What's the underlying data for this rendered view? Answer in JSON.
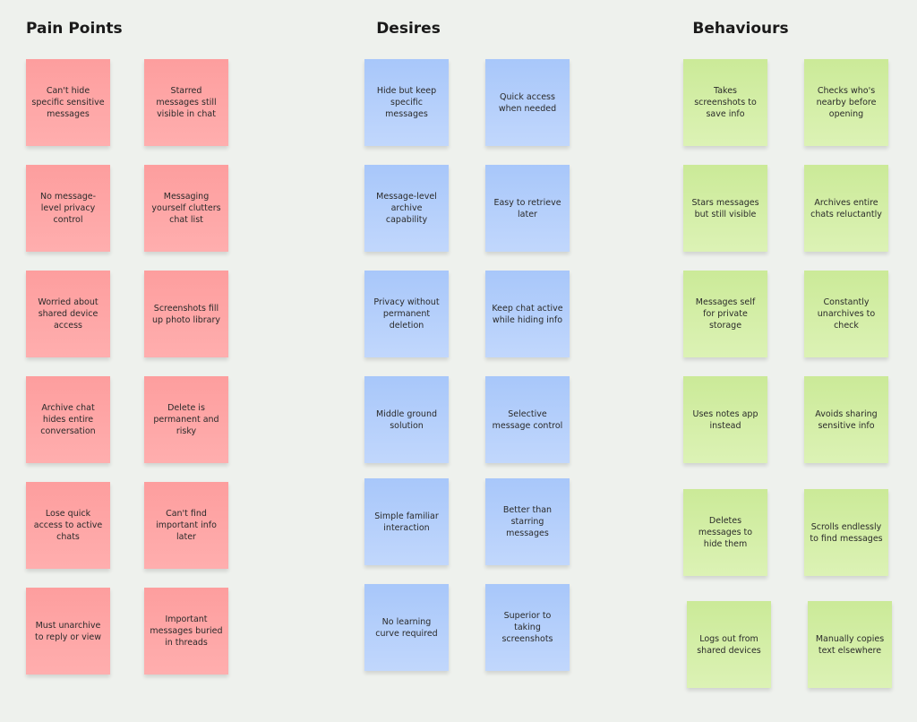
{
  "colors": {
    "pain": "#fda4a4",
    "desire": "#b3cefb",
    "behaviour": "#d3ee a6",
    "background": "#eef1ed"
  },
  "columns": [
    {
      "title": "Pain Points",
      "color": "pink",
      "notes": [
        "Can't hide specific sensitive messages",
        "Starred messages still visible in chat",
        "No message-level privacy control",
        "Messaging yourself clutters chat list",
        "Worried about shared device access",
        "Screenshots fill up photo library",
        "Archive chat hides entire conversation",
        "Delete is permanent and risky",
        "Lose quick access to active chats",
        "Can't find important info later",
        "Must unarchive to reply or view",
        "Important messages buried in threads"
      ]
    },
    {
      "title": "Desires",
      "color": "blue",
      "notes": [
        "Hide but keep specific messages",
        "Quick access when needed",
        "Message-level archive capability",
        "Easy to retrieve later",
        "Privacy without permanent deletion",
        "Keep chat active while hiding info",
        "Middle ground solution",
        "Selective message control",
        "Simple familiar interaction",
        "Better than starring messages",
        "No learning curve required",
        "Superior to taking screenshots"
      ]
    },
    {
      "title": "Behaviours",
      "color": "green",
      "notes": [
        "Takes screenshots to save info",
        "Checks who's nearby before opening",
        "Stars messages but still visible",
        "Archives entire chats reluctantly",
        "Messages self for private storage",
        "Constantly unarchives to check",
        "Uses notes app instead",
        "Avoids sharing sensitive info",
        "Deletes messages to hide them",
        "Scrolls endlessly to find messages",
        "Logs out from shared devices",
        "Manually copies text elsewhere"
      ]
    }
  ]
}
